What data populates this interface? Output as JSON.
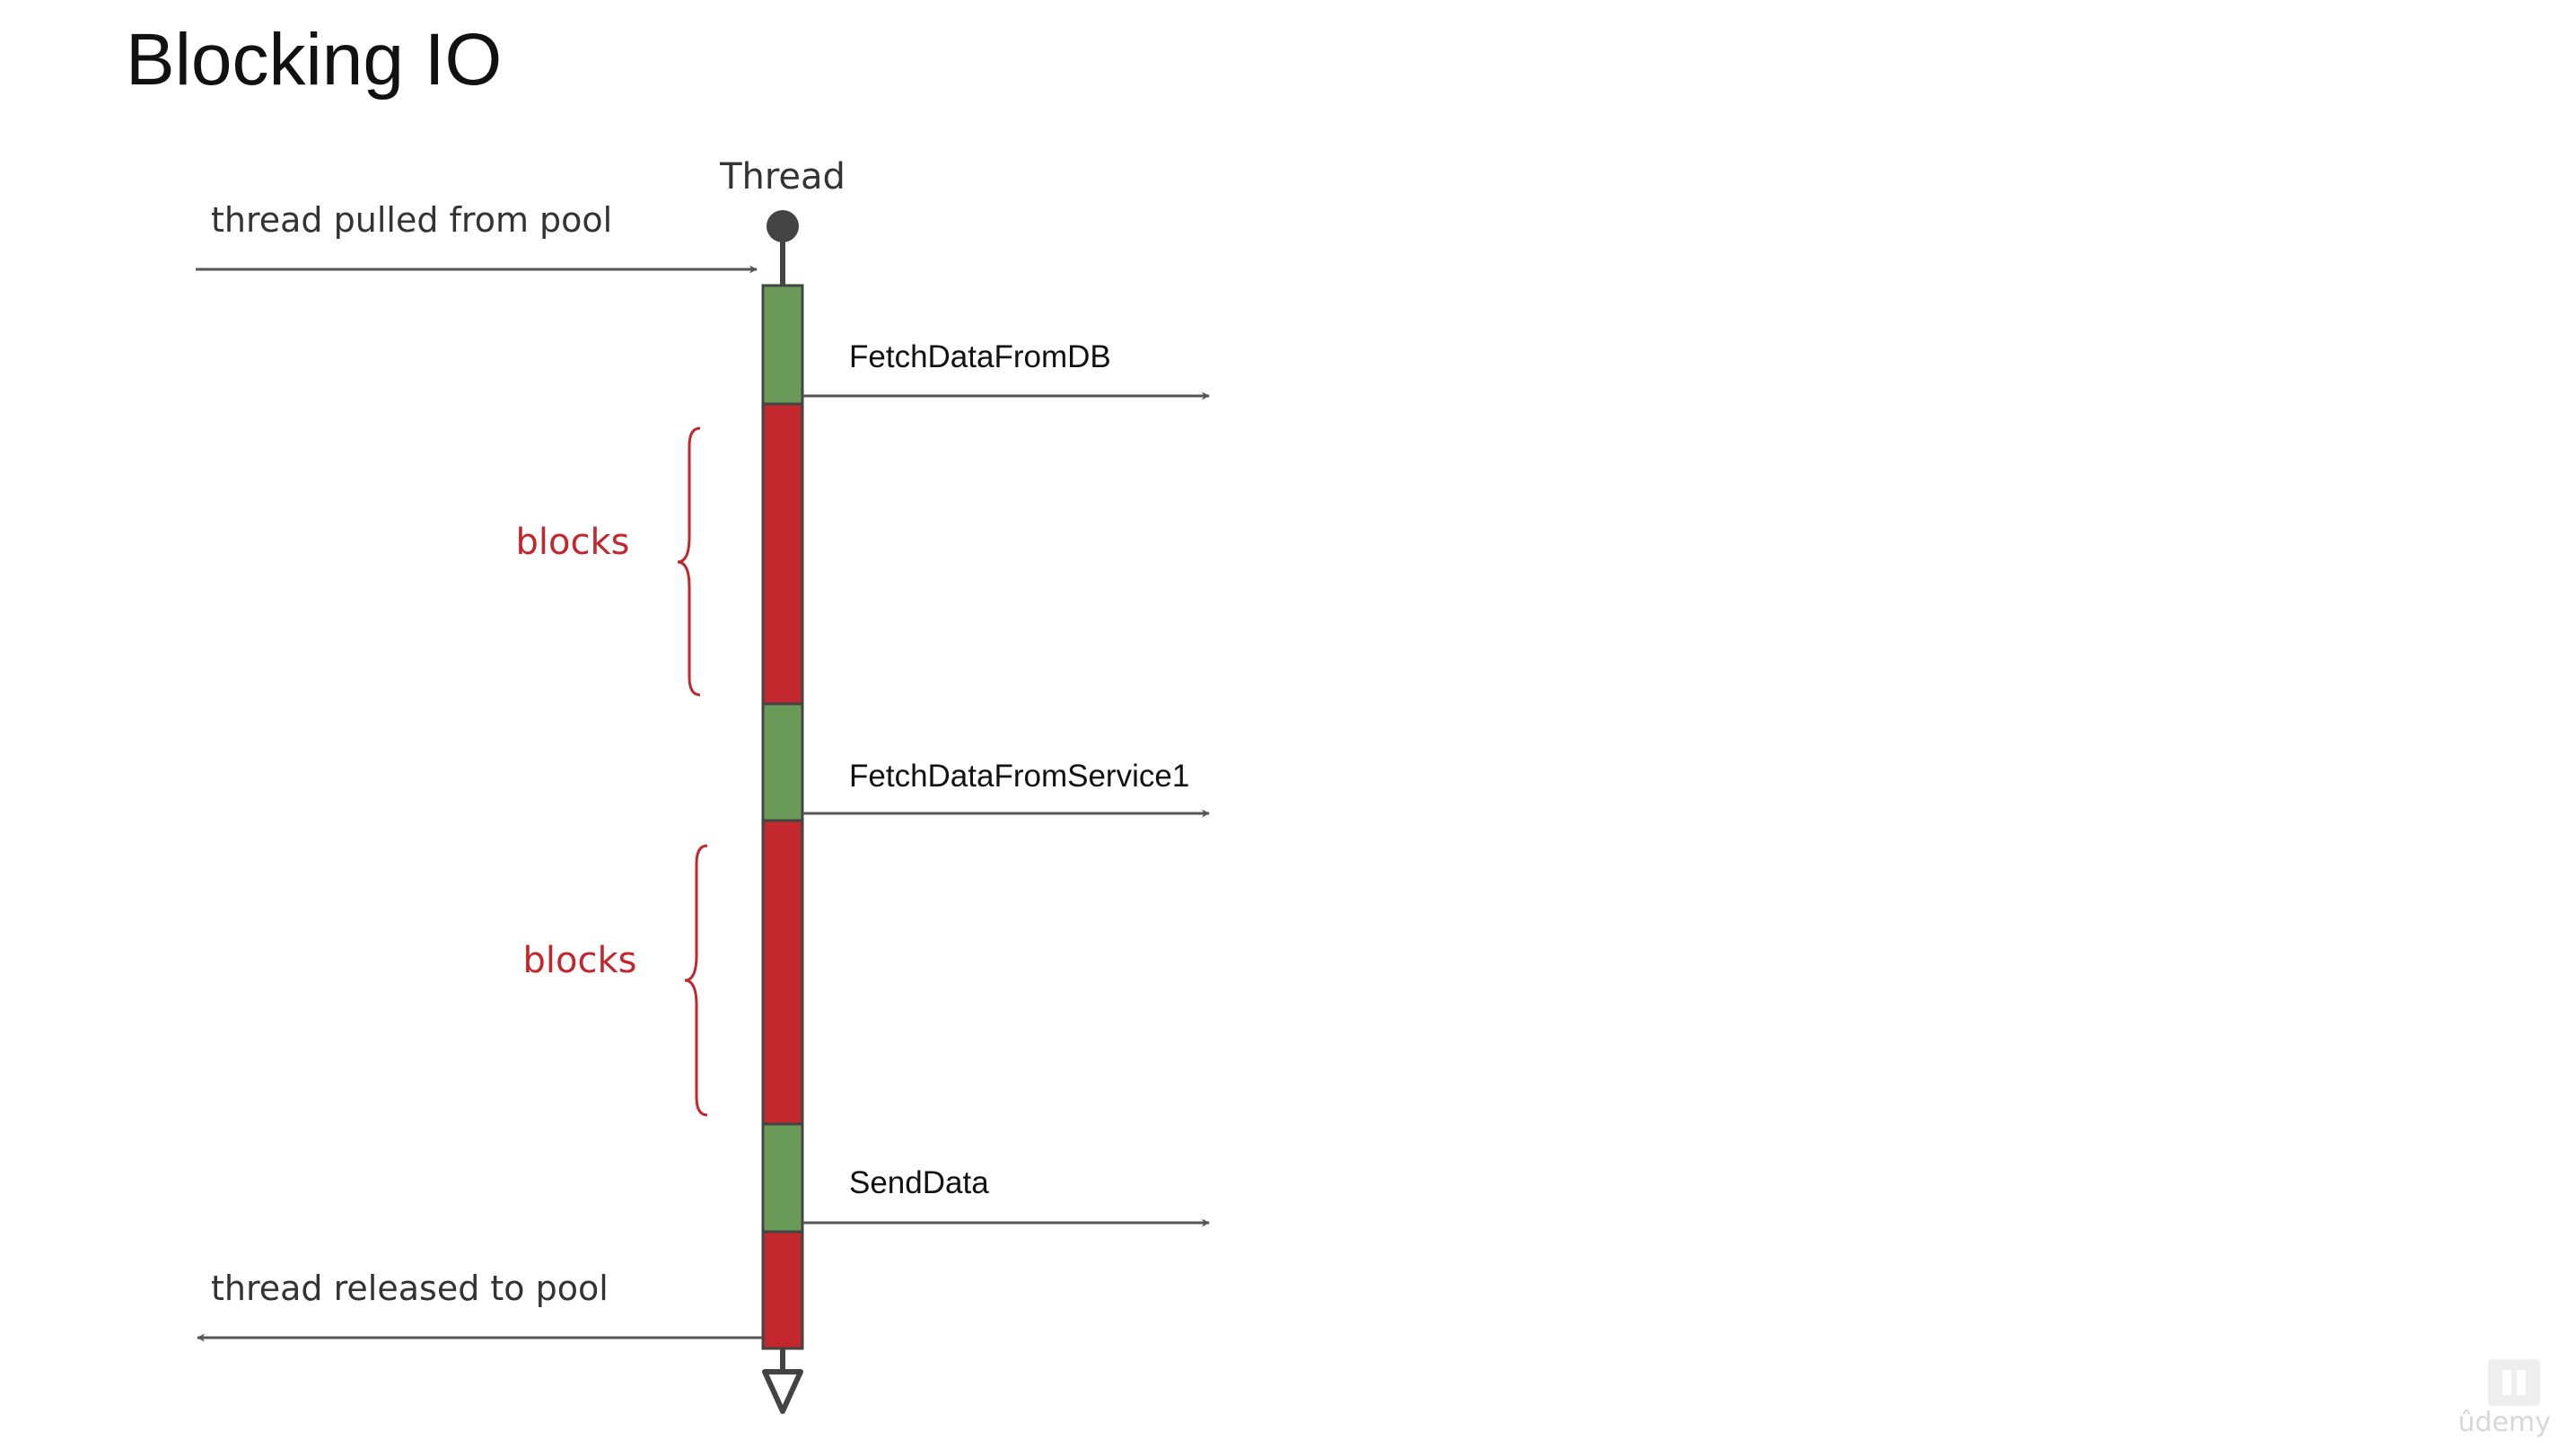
{
  "slide": {
    "title": "Blocking IO",
    "thread_label": "Thread",
    "pulled_label": "thread pulled from pool",
    "released_label": "thread released to pool",
    "calls": [
      "FetchDataFromDB",
      "FetchDataFromService1",
      "SendData"
    ],
    "block_labels": [
      "blocks",
      "blocks"
    ],
    "watermark": "ûdemy"
  },
  "colors": {
    "running": "#6a9a58",
    "blocked": "#c1272d",
    "line": "#555555",
    "block_label": "#c1272d"
  }
}
